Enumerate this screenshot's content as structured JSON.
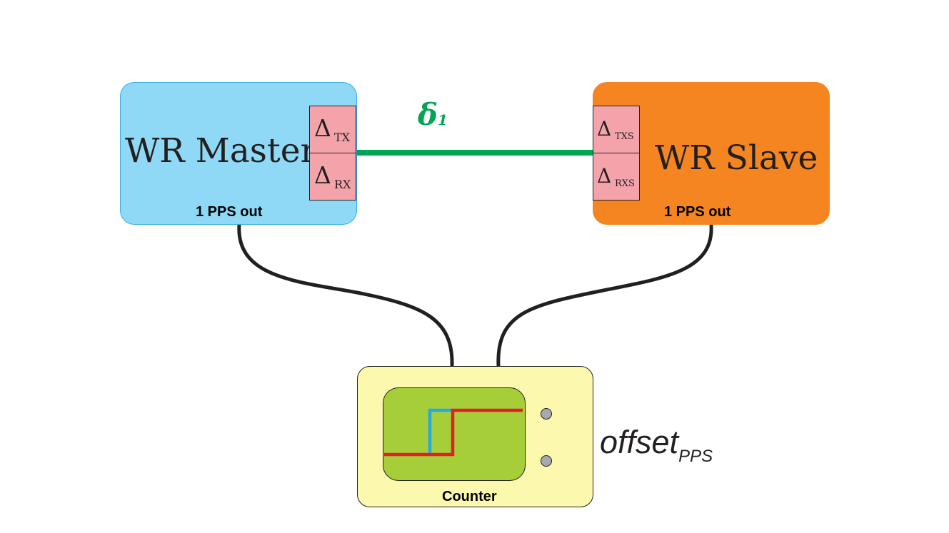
{
  "master": {
    "title": "WR Master",
    "pps_label": "1 PPS out",
    "ports": [
      {
        "symbol": "Δ",
        "sub": "TX"
      },
      {
        "symbol": "Δ",
        "sub": "RX"
      }
    ],
    "color": "#8fd9f6"
  },
  "slave": {
    "title": "WR Slave",
    "pps_label": "1 PPS out",
    "ports": [
      {
        "symbol": "Δ",
        "sub": "TXS"
      },
      {
        "symbol": "Δ",
        "sub": "RXS"
      }
    ],
    "color": "#f48521"
  },
  "link": {
    "symbol": "δ",
    "sub": "1",
    "color": "#00a651"
  },
  "counter": {
    "label": "Counter",
    "screen_color": "#a6ce39",
    "signal_colors": {
      "master": "#27aae1",
      "slave": "#e31e24"
    }
  },
  "offset": {
    "main": "offset",
    "sub": "PPS"
  }
}
